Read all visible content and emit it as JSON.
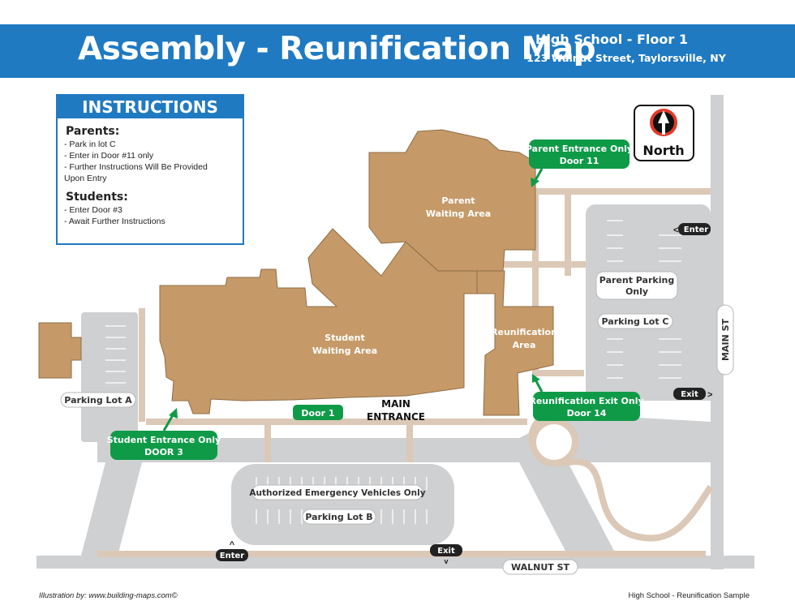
{
  "header": {
    "title": "Assembly - Reunification Map",
    "building": "High School - Floor 1",
    "address": "123 Walnut Street, Taylorsville, NY"
  },
  "instructions": {
    "heading": "INSTRUCTIONS",
    "parents_heading": "Parents:",
    "parents_items": [
      "- Park in lot C",
      "- Enter in Door #11 only",
      "- Further Instructions Will Be Provided",
      "Upon Entry"
    ],
    "students_heading": "Students:",
    "students_items": [
      "- Enter Door #3",
      "- Await Further Instructions"
    ]
  },
  "compass": {
    "label": "North"
  },
  "areas": {
    "parent_waiting": [
      "Parent",
      "Waiting Area"
    ],
    "student_waiting": [
      "Student",
      "Waiting Area"
    ],
    "reunification": [
      "Reunification",
      "Area"
    ]
  },
  "callouts": {
    "parent_entrance": [
      "Parent Entrance Only",
      "Door 11"
    ],
    "student_entrance": [
      "Student Entrance Only",
      "DOOR 3"
    ],
    "reunification_exit": [
      "Reunification Exit Only",
      "Door 14"
    ],
    "door1": "Door 1"
  },
  "main_entrance": [
    "MAIN",
    "ENTRANCE"
  ],
  "lots": {
    "lot_a": "Parking Lot A",
    "lot_b": "Parking Lot B",
    "lot_c": "Parking Lot C",
    "parent_parking": [
      "Parent Parking",
      "Only"
    ],
    "emergency": "Authorized Emergency Vehicles Only"
  },
  "streets": {
    "main": "MAIN ST",
    "walnut": "WALNUT ST"
  },
  "signs": {
    "enter": "Enter",
    "exit": "Exit"
  },
  "colors": {
    "header_blue": "#1f7ac2",
    "building_tan": "#c59a68",
    "callout_green": "#0f9a48",
    "road_gray": "#cfd0d2",
    "walkway_beige": "#dbc8b6"
  },
  "footer": {
    "credit": "Illustration by: www.building-maps.com©",
    "caption": "High School - Reunification Sample"
  }
}
